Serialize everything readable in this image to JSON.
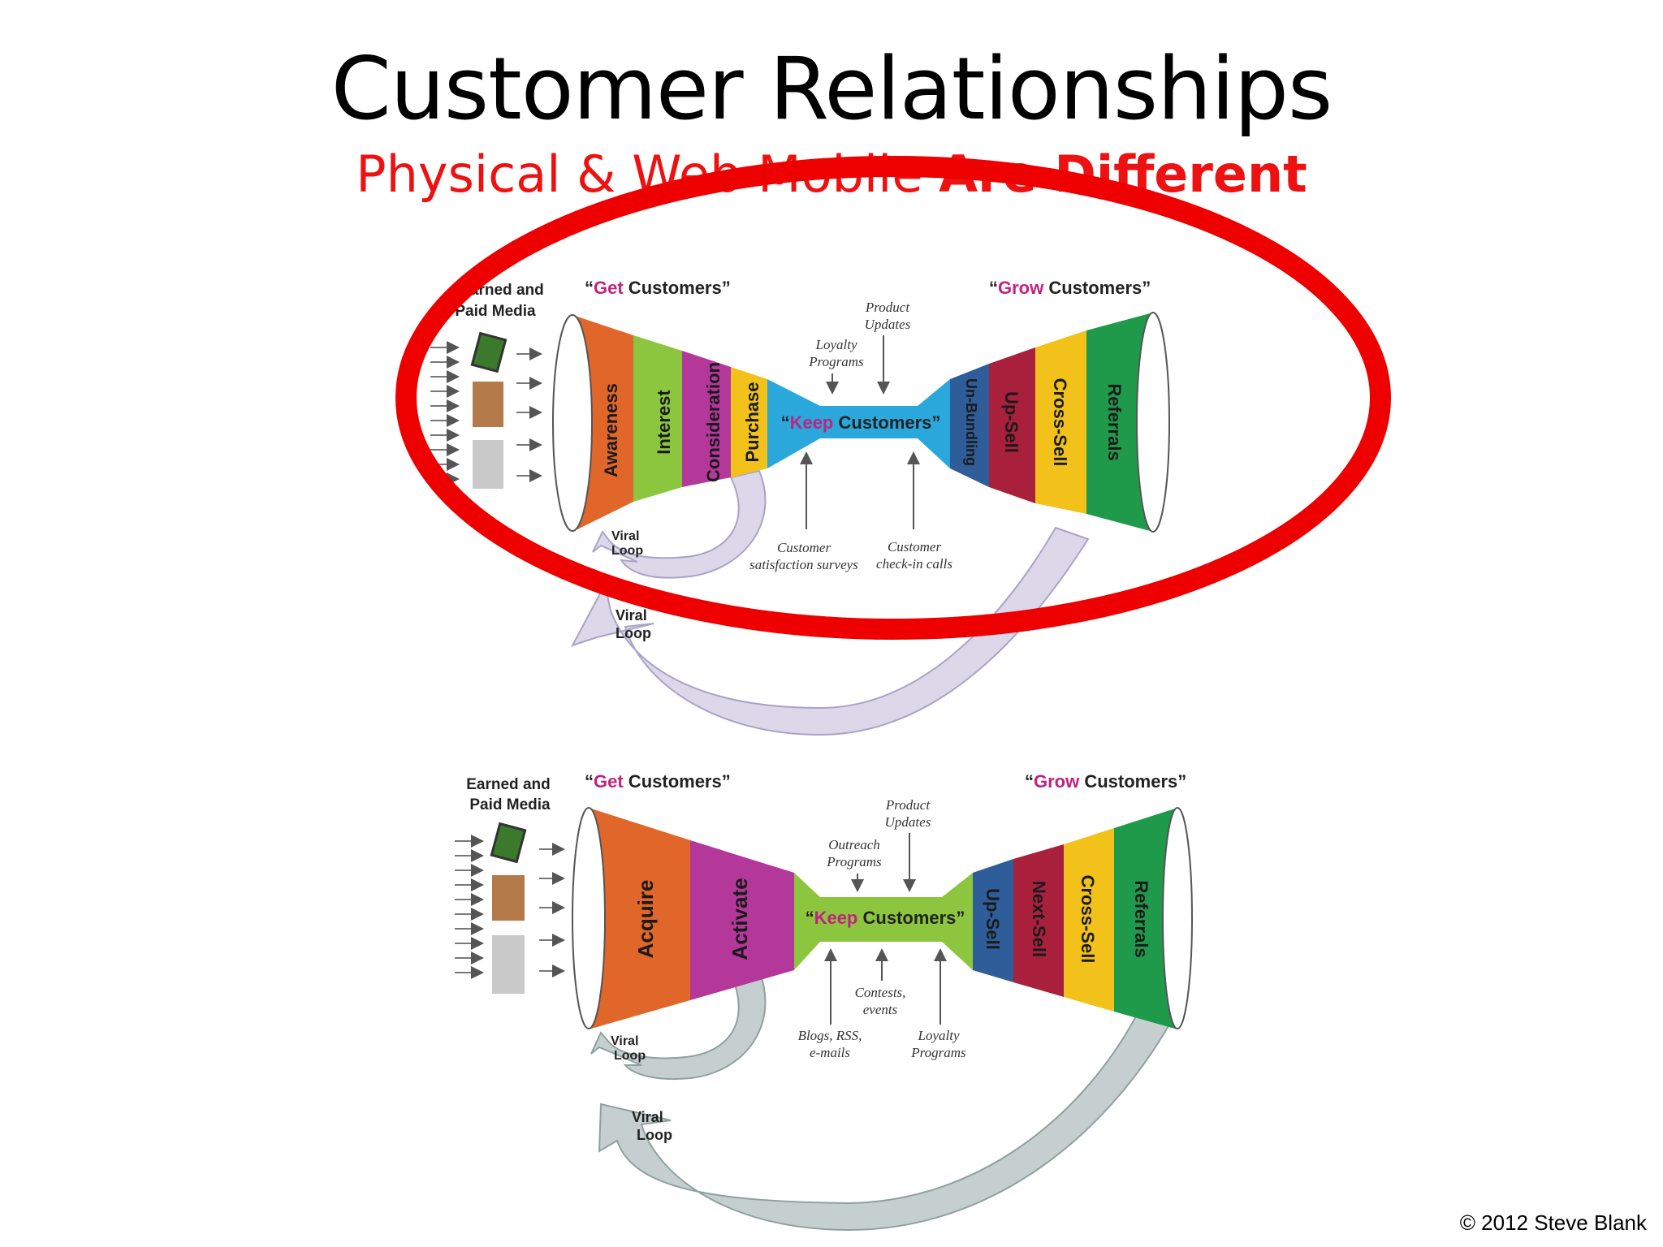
{
  "slide": {
    "title": "Customer Relationships",
    "subtitle_normal": "Physical & Web Mobile ",
    "subtitle_bold": "Are Different",
    "copyright": "© 2012 Steve Blank"
  },
  "colors": {
    "highlight_ellipse": "#ee0000",
    "get_word": "#c0237f",
    "keep_word": "#c0237f",
    "grow_word": "#c0237f"
  },
  "physical": {
    "media_label_line1": "Earned and",
    "media_label_line2": "Paid Media",
    "get_open": "“",
    "get_word": "Get",
    "get_rest": " Customers”",
    "grow_open": "“",
    "grow_word": "Grow",
    "grow_rest": " Customers”",
    "keep_open": "“",
    "keep_word": "Keep",
    "keep_rest": " Customers”",
    "left_stages": [
      {
        "label": "Awareness",
        "color": "#e0662a"
      },
      {
        "label": "Interest",
        "color": "#8cc63f"
      },
      {
        "label": "Consideration",
        "color": "#b3389a"
      },
      {
        "label": "Purchase",
        "color": "#f2c21b"
      }
    ],
    "right_stages": [
      {
        "label": "Un-Bundling",
        "color": "#2e5d9a"
      },
      {
        "label": "Up-Sell",
        "color": "#a8203c"
      },
      {
        "label": "Cross-Sell",
        "color": "#f2c21b"
      },
      {
        "label": "Referrals",
        "color": "#1f9a4a"
      }
    ],
    "keep_color": "#2aa8dc",
    "top_notes": [
      {
        "line1": "Product",
        "line2": "Updates"
      },
      {
        "line1": "Loyalty",
        "line2": "Programs"
      }
    ],
    "bottom_notes": [
      {
        "line1": "Customer",
        "line2": "satisfaction surveys"
      },
      {
        "line1": "Customer",
        "line2": "check-in calls"
      }
    ],
    "viral_small": {
      "line1": "Viral",
      "line2": "Loop"
    },
    "viral_large": {
      "line1": "Viral",
      "line2": "Loop"
    }
  },
  "web": {
    "media_label_line1": "Earned and",
    "media_label_line2": "Paid Media",
    "get_open": "“",
    "get_word": "Get",
    "get_rest": " Customers”",
    "grow_open": "“",
    "grow_word": "Grow",
    "grow_rest": " Customers”",
    "keep_open": "“",
    "keep_word": "Keep",
    "keep_rest": " Customers”",
    "left_stages": [
      {
        "label": "Acquire",
        "color": "#e0662a"
      },
      {
        "label": "Activate",
        "color": "#b3389a"
      }
    ],
    "right_stages": [
      {
        "label": "Up-Sell",
        "color": "#2e5d9a"
      },
      {
        "label": "Next-Sell",
        "color": "#a8203c"
      },
      {
        "label": "Cross-Sell",
        "color": "#f2c21b"
      },
      {
        "label": "Referrals",
        "color": "#1f9a4a"
      }
    ],
    "keep_color": "#8cc63f",
    "top_notes": [
      {
        "line1": "Product",
        "line2": "Updates"
      },
      {
        "line1": "Outreach",
        "line2": "Programs"
      }
    ],
    "bottom_notes": [
      {
        "line1": "Contests,",
        "line2": "events"
      },
      {
        "line1": "Blogs, RSS,",
        "line2": "e-mails"
      },
      {
        "line1": "Loyalty",
        "line2": "Programs"
      }
    ],
    "viral_small": {
      "line1": "Viral",
      "line2": "Loop"
    },
    "viral_large": {
      "line1": "Viral",
      "line2": "Loop"
    }
  }
}
